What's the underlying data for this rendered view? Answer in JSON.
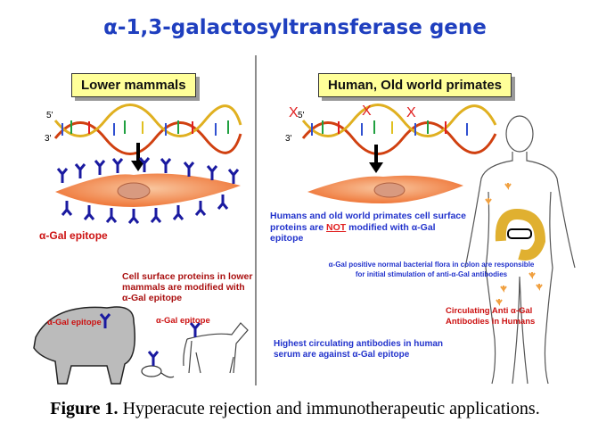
{
  "title": "α-1,3-galactosyltransferase gene",
  "left_panel": {
    "label": "Lower mammals",
    "dna_5": "5'",
    "dna_3": "3'",
    "epitope_label": "α-Gal epitope",
    "description": "Cell surface proteins in lower mammals are modified with α-Gal epitope",
    "pig_label": "α-Gal epitope",
    "horse_label": "α-Gal epitope"
  },
  "right_panel": {
    "label": "Human, Old world primates",
    "dna_5": "5'",
    "dna_3": "3'",
    "mutation_mark": "X",
    "not_modified_pre": "Humans and old world primates cell surface proteins are ",
    "not_modified_not": "NOT",
    "not_modified_post": " modified with α-Gal epitope",
    "flora_text": "α-Gal positive normal bacterial flora in colon are responsible for initial stimulation of anti-α-Gal antibodies",
    "circulating_text": "Circulating Anti α-Gal Antibodies in Humans",
    "highest_text": "Highest circulating antibodies in human serum are against α-Gal epitope"
  },
  "caption": {
    "label": "Figure 1.",
    "text": " Hyperacute rejection and immunotherapeutic applications."
  },
  "colors": {
    "title": "#1f3fbf",
    "box": "#ffff99",
    "epitope": "#1a1aa0",
    "cell": "#f08040"
  }
}
